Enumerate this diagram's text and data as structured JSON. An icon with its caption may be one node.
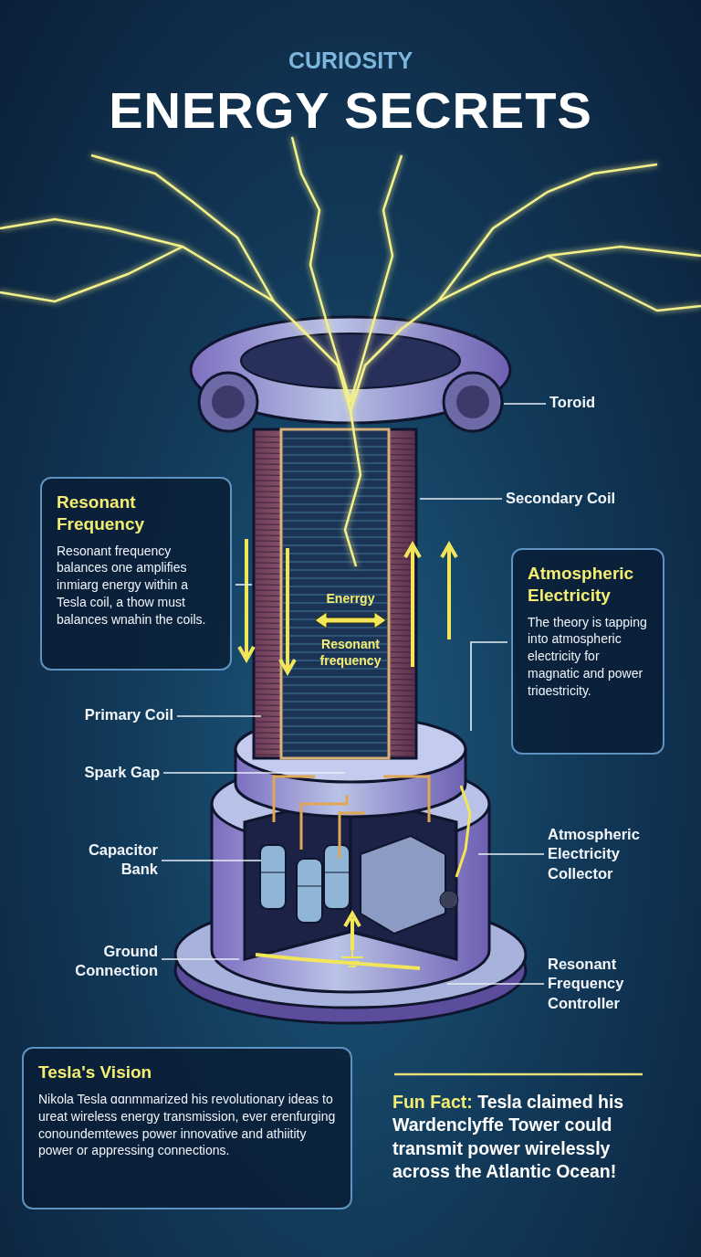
{
  "diagram": {
    "title": "ENERGY SECRETS",
    "nodes": [
      {
        "text": [
          "Resonant Frequency",
          "Resonant frequency balances one amplifies inmiarg energy within a Tesla coil, a thow must balances wnahin the coils."
        ]
      },
      {
        "text": [
          "Atmospheric Electricity",
          "The theory is tapping into atmospheric electricity for magnatic and power triɑestricity."
        ]
      },
      {
        "text": [
          "Tesla's Vision",
          "Nikola Tesla ɑɑnmmarized his revolutionary ideas to ureat wireless energy transmission, ever erenfurging conoundemtewes power innovative and athiitity power or appressing connections."
        ]
      },
      {
        "text": [
          "Toroid"
        ]
      },
      {
        "text": [
          "Secondary Coil"
        ]
      },
      {
        "text": [
          "Primary Coil"
        ]
      },
      {
        "text": [
          "Spark Gap"
        ]
      },
      {
        "text": [
          "Capacitor Bank"
        ]
      },
      {
        "text": [
          "Ground Connection"
        ]
      },
      {
        "text": [
          "Atmospheric Electricity Collector"
        ]
      },
      {
        "text": [
          "Resonant Frequency Controller"
        ]
      }
    ],
    "edges": [
      {
        "from": 0,
        "to": null,
        "arrow": "none"
      },
      {
        "from": 1,
        "to": null,
        "arrow": "none"
      },
      {
        "from": 3,
        "to": null,
        "arrow": "none"
      },
      {
        "from": 4,
        "to": null,
        "arrow": "none"
      },
      {
        "from": 5,
        "to": null,
        "arrow": "none"
      },
      {
        "from": 6,
        "to": null,
        "arrow": "none"
      },
      {
        "from": 7,
        "to": null,
        "arrow": "none"
      },
      {
        "from": 8,
        "to": null,
        "arrow": "none"
      },
      {
        "from": 9,
        "to": null,
        "arrow": "none"
      },
      {
        "from": 10,
        "to": null,
        "arrow": "none"
      }
    ],
    "labels": [
      "CURIOSITY",
      "Enerrgy",
      "Resonant frequency",
      "**Fun Fact:** Tesla claimed his Wardenclyffe Tower could transmit power wirelessly across the Atlantic Ocean!"
    ]
  }
}
